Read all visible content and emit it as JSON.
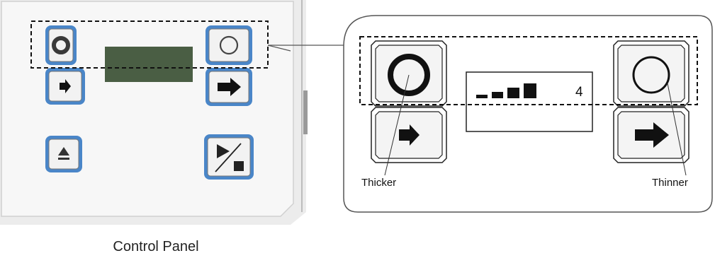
{
  "caption": "Control Panel",
  "detail": {
    "level_value": "4",
    "level_bars": 4,
    "left_label": "Thicker",
    "right_label": "Thinner"
  },
  "buttons": {
    "thicker_icon": "thick-ring-icon",
    "thinner_icon": "thin-ring-icon",
    "arrow_icon": "right-arrow-icon",
    "eject_icon": "eject-icon",
    "play_stop_icon": "play-stop-icon"
  },
  "colors": {
    "button_border": "#4a86c8",
    "display_green": "#4a5e44",
    "panel_border": "#c8c8c8"
  }
}
